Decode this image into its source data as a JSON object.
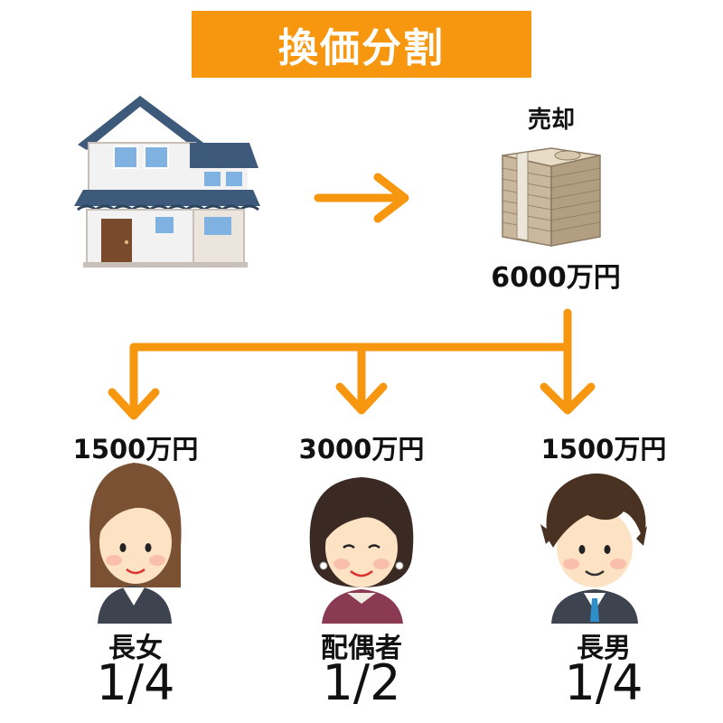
{
  "title": "換価分割",
  "sale_label": "売却",
  "total_amount": "6000万円",
  "heirs": [
    {
      "amount": "1500万円",
      "relation": "長女",
      "share": "1/4"
    },
    {
      "amount": "3000万円",
      "relation": "配偶者",
      "share": "1/2"
    },
    {
      "amount": "1500万円",
      "relation": "長男",
      "share": "1/4"
    }
  ],
  "colors": {
    "accent": "#f7960f",
    "roof": "#3d5a7a",
    "window": "#7fb2e0",
    "money": "#b9a98f",
    "suit": "#3d4450"
  }
}
